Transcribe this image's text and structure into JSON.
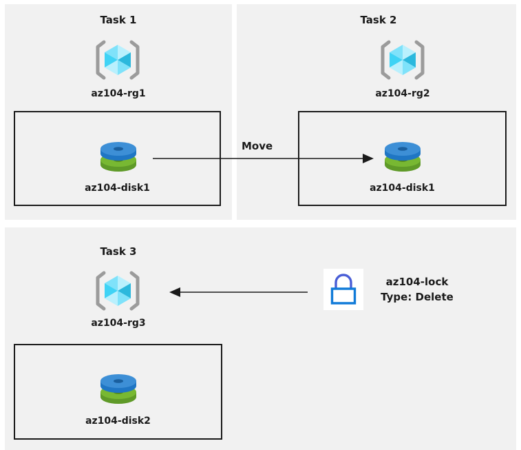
{
  "diagram": {
    "title_hidden": "Azure resource group tasks diagram",
    "background": "#ffffff",
    "panel_background": "#f1f1f1",
    "box_border_color": "#1a1a1a"
  },
  "panels": [
    {
      "id": "task1",
      "title": "Task 1",
      "resource_group": {
        "label": "az104-rg1",
        "icon": "resource-group-cube-icon"
      },
      "resource": {
        "label": "az104-disk1",
        "icon": "managed-disk-icon"
      }
    },
    {
      "id": "task2",
      "title": "Task 2",
      "resource_group": {
        "label": "az104-rg2",
        "icon": "resource-group-cube-icon"
      },
      "resource": {
        "label": "az104-disk1",
        "icon": "managed-disk-icon"
      }
    },
    {
      "id": "task3",
      "title": "Task 3",
      "resource_group": {
        "label": "az104-rg3",
        "icon": "resource-group-cube-icon"
      },
      "resource": {
        "label": "az104-disk2",
        "icon": "managed-disk-icon"
      }
    }
  ],
  "annotations": {
    "move_arrow_label": "Move",
    "lock": {
      "name": "az104-lock",
      "type_line": "Type: Delete",
      "icon": "padlock-icon"
    }
  },
  "colors": {
    "cube_light": "#9ee8fb",
    "cube_mid": "#4fd6f5",
    "cube_dark": "#2bb8dd",
    "cube_pale": "#c9f2fd",
    "bracket_grey": "#9b9b9b",
    "disk_blue_top": "#3d8fd6",
    "disk_blue_side": "#1f76c4",
    "disk_green_top": "#78b832",
    "disk_green_side": "#5f9a28",
    "lock_blue": "#0f7ad8",
    "lock_purple": "#4a5ed6",
    "arrow_black": "#1a1a1a"
  }
}
